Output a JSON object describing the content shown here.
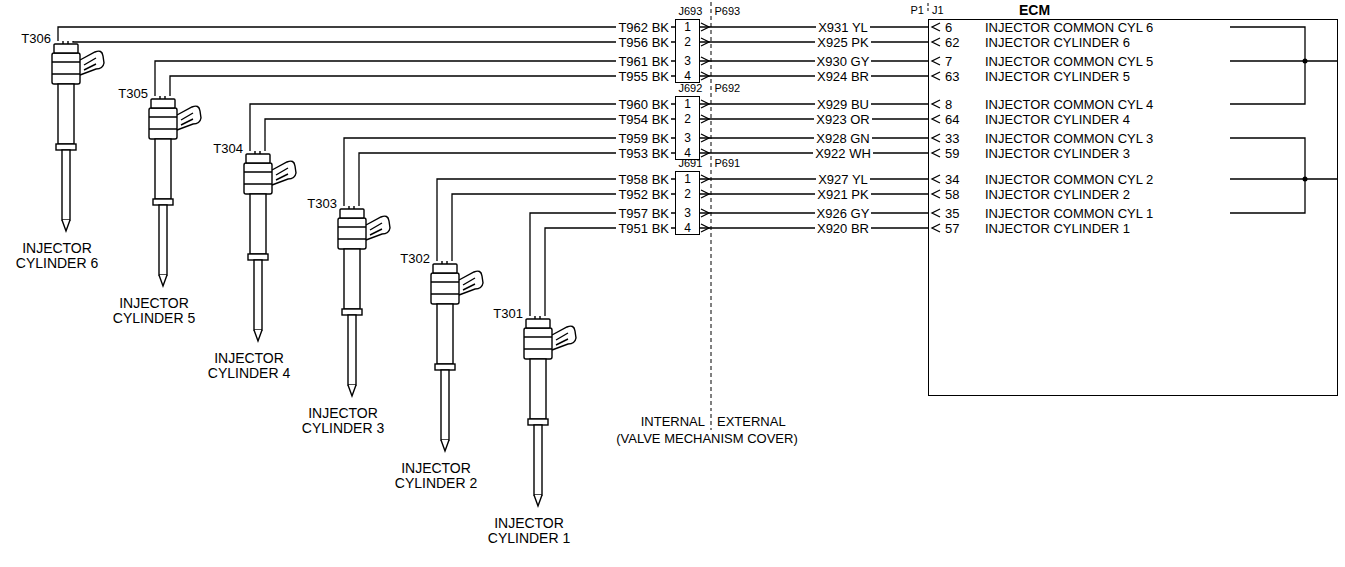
{
  "diagram": {
    "nodes": [
      {
        "text": [
          "J693",
          "P693"
        ]
      },
      {
        "text": [
          "J692",
          "P692"
        ]
      },
      {
        "text": [
          "J691",
          "P691"
        ]
      },
      {
        "text": [
          "ECM"
        ]
      }
    ],
    "edges": [
      {
        "from": 0,
        "to": 3,
        "arrow": "none",
        "label": "X931 YL"
      },
      {
        "from": 0,
        "to": 3,
        "arrow": "none",
        "label": "X925 PK"
      },
      {
        "from": 0,
        "to": 3,
        "arrow": "none",
        "label": "X930 GY"
      },
      {
        "from": 0,
        "to": 3,
        "arrow": "none",
        "label": "X924 BR"
      },
      {
        "from": 1,
        "to": 3,
        "arrow": "none",
        "label": "X929 BU"
      },
      {
        "from": 1,
        "to": 3,
        "arrow": "none",
        "label": "X923 OR"
      },
      {
        "from": 1,
        "to": 3,
        "arrow": "none",
        "label": "X928 GN"
      },
      {
        "from": 1,
        "to": 3,
        "arrow": "none",
        "label": "X922 WH"
      },
      {
        "from": 2,
        "to": 3,
        "arrow": "none",
        "label": "X927 YL"
      },
      {
        "from": 2,
        "to": 3,
        "arrow": "none",
        "label": "X921 PK"
      },
      {
        "from": 2,
        "to": 3,
        "arrow": "none",
        "label": "X926 GY"
      },
      {
        "from": 2,
        "to": 3,
        "arrow": "none",
        "label": "X920 BR"
      }
    ],
    "labels": [
      "P1",
      "J1",
      "1",
      "2",
      "3",
      "4",
      "1",
      "2",
      "3",
      "4",
      "1",
      "2",
      "3",
      "4",
      "T962 BK",
      "T956 BK",
      "T961 BK",
      "T955 BK",
      "T960 BK",
      "T954 BK",
      "T959 BK",
      "T953 BK",
      "T958 BK",
      "T952 BK",
      "T957 BK",
      "T951 BK",
      "6",
      "INJECTOR COMMON CYL 6",
      "62",
      "INJECTOR CYLINDER 6",
      "7",
      "INJECTOR COMMON CYL 5",
      "63",
      "INJECTOR CYLINDER 5",
      "8",
      "INJECTOR COMMON CYL 4",
      "64",
      "INJECTOR CYLINDER 4",
      "33",
      "INJECTOR COMMON CYL 3",
      "59",
      "INJECTOR CYLINDER 3",
      "34",
      "INJECTOR COMMON CYL 2",
      "58",
      "INJECTOR CYLINDER 2",
      "35",
      "INJECTOR COMMON CYL 1",
      "57",
      "INJECTOR CYLINDER 1",
      "T306",
      "T305",
      "T304",
      "T303",
      "T302",
      "T301",
      "INJECTOR CYLINDER 6",
      "INJECTOR CYLINDER 5",
      "INJECTOR CYLINDER 4",
      "INJECTOR CYLINDER 3",
      "INJECTOR CYLINDER 2",
      "INJECTOR CYLINDER 1",
      "INTERNAL",
      "EXTERNAL",
      "(VALVE MECHANISM COVER)"
    ]
  }
}
